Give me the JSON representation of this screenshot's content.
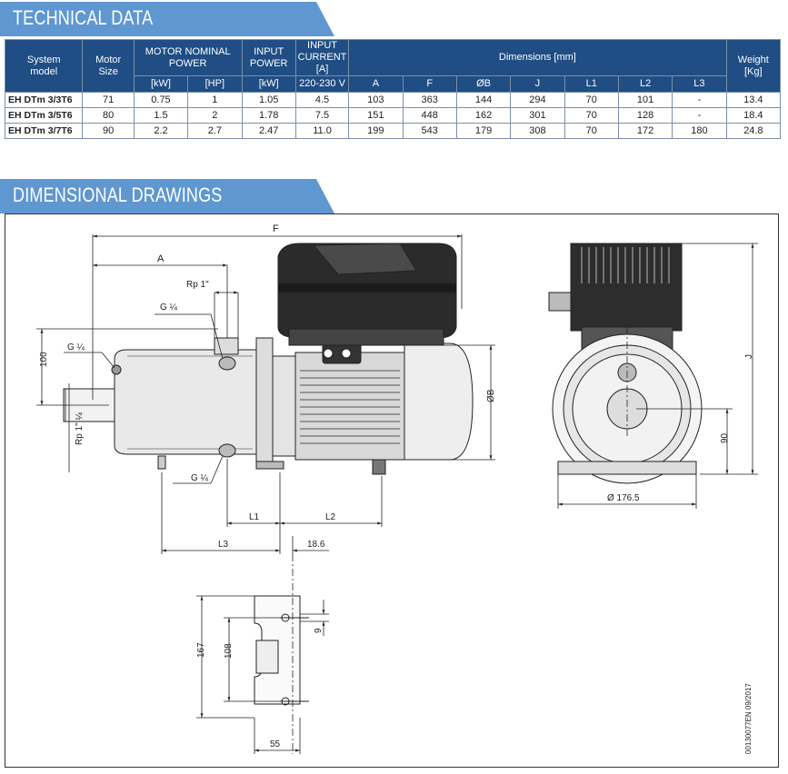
{
  "sections": {
    "technical": "TECHNICAL DATA",
    "drawings": "DIMENSIONAL DRAWINGS"
  },
  "table": {
    "headers": {
      "system_model": [
        "System",
        "model"
      ],
      "motor_size": [
        "Motor",
        "Size"
      ],
      "motor_power": [
        "MOTOR NOMINAL",
        "POWER"
      ],
      "input_power": [
        "INPUT",
        "POWER"
      ],
      "input_current": [
        "INPUT",
        "CURRENT",
        "[A]"
      ],
      "dimensions": "Dimensions [mm]",
      "weight": [
        "Weight",
        "[Kg]"
      ]
    },
    "units": [
      "[kW]",
      "[HP]",
      "[kW]",
      "220-230 V",
      "A",
      "F",
      "ØB",
      "J",
      "L1",
      "L2",
      "L3"
    ],
    "rows": [
      [
        "EH DTm 3/3T6",
        "71",
        "0.75",
        "1",
        "1.05",
        "4.5",
        "103",
        "363",
        "144",
        "294",
        "70",
        "101",
        "-",
        "13.4"
      ],
      [
        "EH DTm 3/5T6",
        "80",
        "1.5",
        "2",
        "1.78",
        "7.5",
        "151",
        "448",
        "162",
        "301",
        "70",
        "128",
        "-",
        "18.4"
      ],
      [
        "EH DTm 3/7T6",
        "90",
        "2.2",
        "2.7",
        "2.47",
        "11.0",
        "199",
        "543",
        "179",
        "308",
        "70",
        "172",
        "180",
        "24.8"
      ]
    ]
  },
  "drawing_labels": {
    "F": "F",
    "A": "A",
    "rp1": "Rp 1\"",
    "g14_top": "G ¼",
    "g14_left": "G ¼",
    "g14_bottom": "G ¼",
    "d100": "100",
    "rp114": "Rp 1\" ¼",
    "B": "ØB",
    "L1": "L1",
    "L2": "L2",
    "L3": "L3",
    "d186": "18.6",
    "J": "J",
    "d90": "90",
    "d1765": "Ø 176.5",
    "d167": "167",
    "d108": "108",
    "d9": "9",
    "d55": "55",
    "code": "00130077EN 09/2017"
  }
}
